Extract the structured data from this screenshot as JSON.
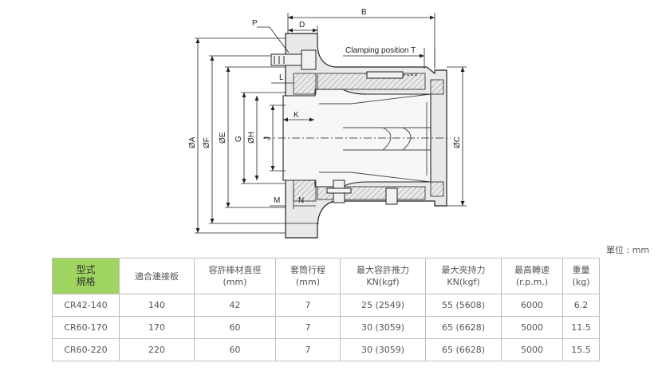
{
  "diagram": {
    "labels": {
      "B": "B",
      "D": "D",
      "P": "P",
      "clamp": "Clamping position T",
      "L": "L",
      "K": "K",
      "M": "M",
      "N": "N",
      "A": "ØA",
      "F": "ØF",
      "E": "ØE",
      "G": "G",
      "H": "ØH",
      "J": "J",
      "C": "ØC"
    }
  },
  "unit_label": "單位 : mm",
  "table": {
    "headers": [
      {
        "l1": "型式",
        "l2": "規格"
      },
      {
        "l1": "適合連接板",
        "l2": ""
      },
      {
        "l1": "容許棒材直徑",
        "l2": "(mm)"
      },
      {
        "l1": "套筒行程",
        "l2": "(mm)"
      },
      {
        "l1": "最大容許推力",
        "l2": "KN(kgf)"
      },
      {
        "l1": "最大夾持力",
        "l2": "KN(kgf)"
      },
      {
        "l1": "最高轉速",
        "l2": "(r.p.m.)"
      },
      {
        "l1": "重量",
        "l2": "(kg)"
      }
    ],
    "rows": [
      [
        "CR42-140",
        "140",
        "42",
        "7",
        "25 (2549)",
        "55 (5608)",
        "6000",
        "6.2"
      ],
      [
        "CR60-170",
        "170",
        "60",
        "7",
        "30 (3059)",
        "65 (6628)",
        "5000",
        "11.5"
      ],
      [
        "CR60-220",
        "220",
        "60",
        "7",
        "30 (3059)",
        "65 (6628)",
        "5000",
        "15.5"
      ]
    ],
    "colors": {
      "header_accent": "#9ed45f",
      "border": "#bdbdbd"
    }
  }
}
